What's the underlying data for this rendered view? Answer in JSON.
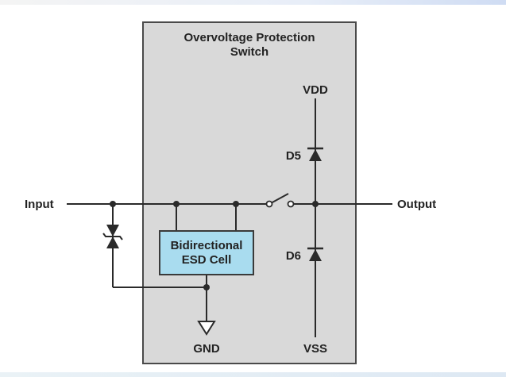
{
  "diagram": {
    "title_line1": "Overvoltage Protection",
    "title_line2": "Switch",
    "labels": {
      "input": "Input",
      "output": "Output",
      "vdd": "VDD",
      "vss": "VSS",
      "gnd": "GND",
      "d5": "D5",
      "d6": "D6",
      "esd_line1": "Bidirectional",
      "esd_line2": "ESD Cell"
    },
    "colors": {
      "box_fill": "#d9d9d9",
      "box_stroke": "#4a4a4a",
      "esd_fill": "#a9dcef",
      "esd_stroke": "#3a3a3a",
      "wire": "#2a2a2a"
    }
  }
}
